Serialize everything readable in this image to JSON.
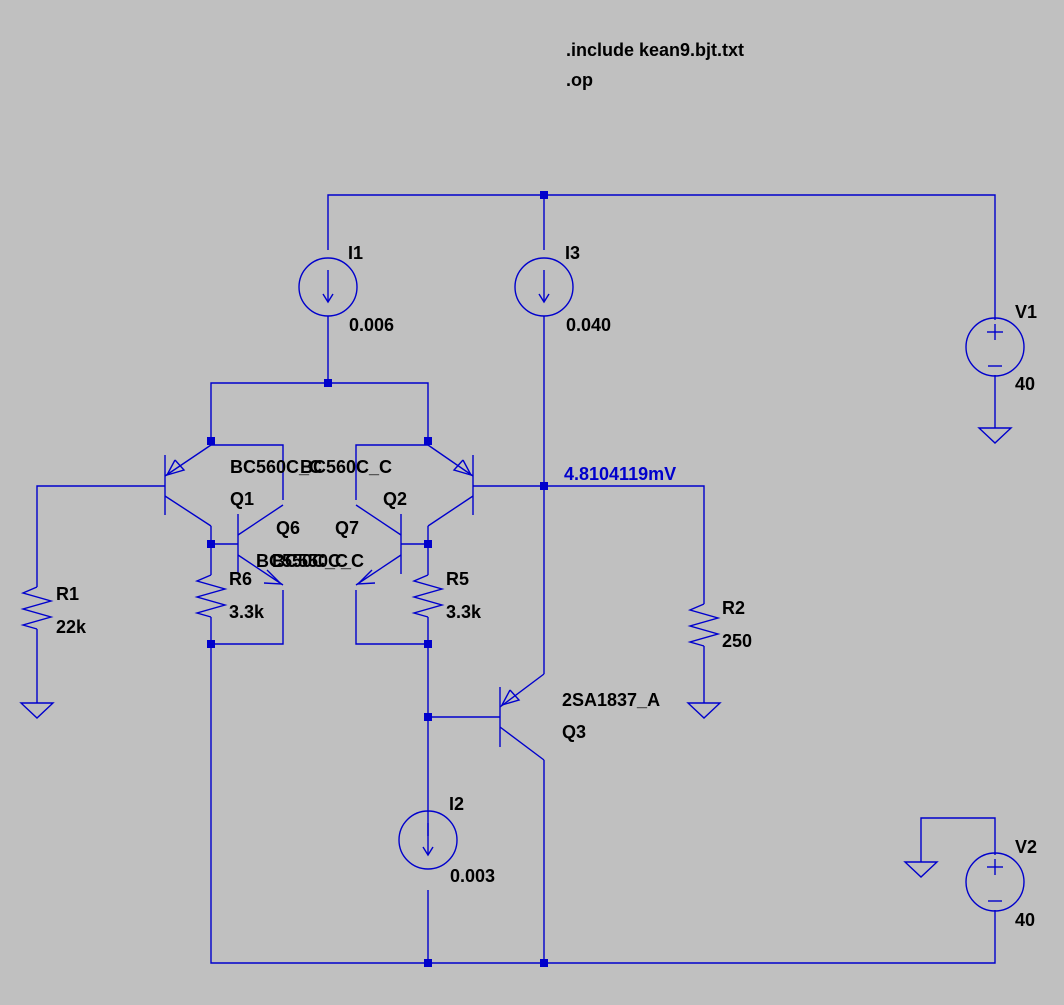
{
  "directives": [
    ".include kean9.bjt.txt",
    ".op"
  ],
  "net_voltage": "4.8104119mV",
  "components": {
    "I1": {
      "name": "I1",
      "value": "0.006"
    },
    "I2": {
      "name": "I2",
      "value": "0.003"
    },
    "I3": {
      "name": "I3",
      "value": "0.040"
    },
    "V1": {
      "name": "V1",
      "value": "40"
    },
    "V2": {
      "name": "V2",
      "value": "40"
    },
    "R1": {
      "name": "R1",
      "value": "22k"
    },
    "R2": {
      "name": "R2",
      "value": "250"
    },
    "R5": {
      "name": "R5",
      "value": "3.3k"
    },
    "R6": {
      "name": "R6",
      "value": "3.3k"
    },
    "Q1": {
      "name": "Q1",
      "model": "BC560C_C"
    },
    "Q2": {
      "name": "Q2",
      "model": "BC560C_C"
    },
    "Q3": {
      "name": "Q3",
      "model": "2SA1837_A"
    },
    "Q6": {
      "name": "Q6",
      "model": "BC550C_C"
    },
    "Q7": {
      "name": "Q7",
      "model": "BC550C_C"
    }
  },
  "colors": {
    "wire": "#0000cc",
    "background": "#c0c0c0",
    "text": "#000000"
  }
}
